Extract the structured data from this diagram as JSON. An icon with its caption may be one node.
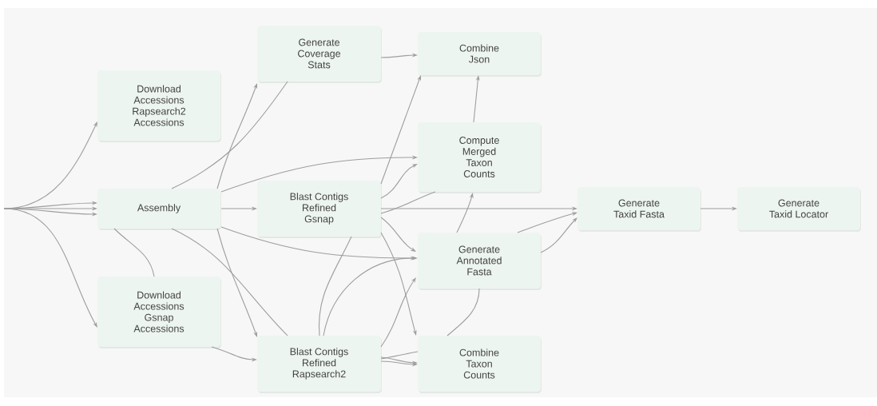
{
  "diagram": {
    "nodes": [
      {
        "text": [
          "Download Accessions Rapsearch2 Accessions"
        ]
      },
      {
        "text": [
          "Assembly"
        ]
      },
      {
        "text": [
          "Download Accessions Gsnap Accessions"
        ]
      },
      {
        "text": [
          "Generate Coverage Stats"
        ]
      },
      {
        "text": [
          "Blast Contigs Refined Gsnap"
        ]
      },
      {
        "text": [
          "Blast Contigs Refined Rapsearch2"
        ]
      },
      {
        "text": [
          "Combine Json"
        ]
      },
      {
        "text": [
          "Compute Merged Taxon Counts"
        ]
      },
      {
        "text": [
          "Generate Annotated Fasta"
        ]
      },
      {
        "text": [
          "Combine Taxon Counts"
        ]
      },
      {
        "text": [
          "Generate Taxid Fasta"
        ]
      },
      {
        "text": [
          "Generate Taxid Locator"
        ]
      }
    ],
    "edges": [
      {
        "from": null,
        "to": 0,
        "arrow": "to"
      },
      {
        "from": null,
        "to": 1,
        "arrow": "to"
      },
      {
        "from": null,
        "to": 1,
        "arrow": "to"
      },
      {
        "from": null,
        "to": 1,
        "arrow": "to"
      },
      {
        "from": null,
        "to": 2,
        "arrow": "to"
      },
      {
        "from": 1,
        "to": 3,
        "arrow": "to"
      },
      {
        "from": 1,
        "to": 3,
        "arrow": "none"
      },
      {
        "from": 1,
        "to": 4,
        "arrow": "to"
      },
      {
        "from": 1,
        "to": 7,
        "arrow": "to"
      },
      {
        "from": 1,
        "to": 8,
        "arrow": "to"
      },
      {
        "from": 1,
        "to": 5,
        "arrow": "to"
      },
      {
        "from": 1,
        "to": 5,
        "arrow": "none"
      },
      {
        "from": 2,
        "to": 1,
        "arrow": "none"
      },
      {
        "from": 2,
        "to": 5,
        "arrow": "to"
      },
      {
        "from": 3,
        "to": 6,
        "arrow": "to"
      },
      {
        "from": 4,
        "to": 6,
        "arrow": "to"
      },
      {
        "from": 4,
        "to": 7,
        "arrow": "to"
      },
      {
        "from": 4,
        "to": 10,
        "arrow": "to"
      },
      {
        "from": 4,
        "to": 8,
        "arrow": "to"
      },
      {
        "from": 4,
        "to": 9,
        "arrow": "to"
      },
      {
        "from": 7,
        "to": 4,
        "arrow": "none"
      },
      {
        "from": 7,
        "to": 6,
        "arrow": "to"
      },
      {
        "from": 8,
        "to": 7,
        "arrow": "to"
      },
      {
        "from": 8,
        "to": 10,
        "arrow": "to"
      },
      {
        "from": 8,
        "to": 10,
        "arrow": "to"
      },
      {
        "from": 5,
        "to": 4,
        "arrow": "none"
      },
      {
        "from": 5,
        "to": 8,
        "arrow": "to"
      },
      {
        "from": 5,
        "to": 8,
        "arrow": "to"
      },
      {
        "from": 5,
        "to": 9,
        "arrow": "to"
      },
      {
        "from": 5,
        "to": 9,
        "arrow": "to"
      },
      {
        "from": 9,
        "to": 5,
        "arrow": "none"
      },
      {
        "from": 9,
        "to": 8,
        "arrow": "none"
      },
      {
        "from": 10,
        "to": 11,
        "arrow": "to"
      }
    ]
  }
}
